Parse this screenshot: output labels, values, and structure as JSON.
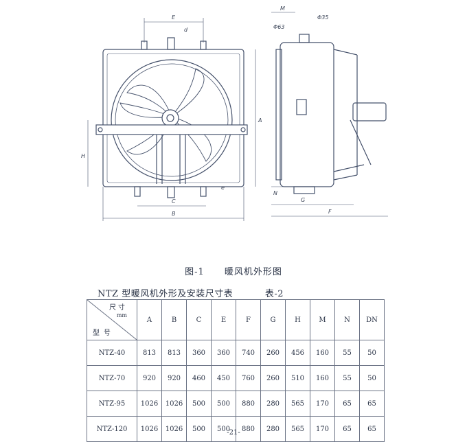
{
  "drawing": {
    "labels": {
      "E": "E",
      "d": "d",
      "A": "A",
      "C": "C",
      "B": "B",
      "H": "H",
      "M": "M",
      "phi35": "Φ35",
      "phi63": "Φ63",
      "N": "N",
      "G": "G",
      "F": "F",
      "e": "e"
    }
  },
  "figure_caption": {
    "label": "图-1",
    "title": "暖风机外形图"
  },
  "table_title": {
    "title": "NTZ 型暖风机外形及安装尺寸表",
    "number": "表-2"
  },
  "table": {
    "corner": {
      "dimension": "尺寸",
      "unit": "mm",
      "type": "型号"
    },
    "columns": [
      "A",
      "B",
      "C",
      "E",
      "F",
      "G",
      "H",
      "M",
      "N",
      "DN"
    ],
    "rows": [
      {
        "model": "NTZ-40",
        "values": [
          "813",
          "813",
          "360",
          "360",
          "740",
          "260",
          "456",
          "160",
          "55",
          "50"
        ]
      },
      {
        "model": "NTZ-70",
        "values": [
          "920",
          "920",
          "460",
          "450",
          "760",
          "260",
          "510",
          "160",
          "55",
          "50"
        ]
      },
      {
        "model": "NTZ-95",
        "values": [
          "1026",
          "1026",
          "500",
          "500",
          "880",
          "280",
          "565",
          "170",
          "65",
          "65"
        ]
      },
      {
        "model": "NTZ-120",
        "values": [
          "1026",
          "1026",
          "500",
          "500",
          "880",
          "280",
          "565",
          "170",
          "65",
          "65"
        ]
      }
    ]
  },
  "page_number": "-21-",
  "colors": {
    "ink": "#2a3346",
    "line": "#6a7284"
  }
}
